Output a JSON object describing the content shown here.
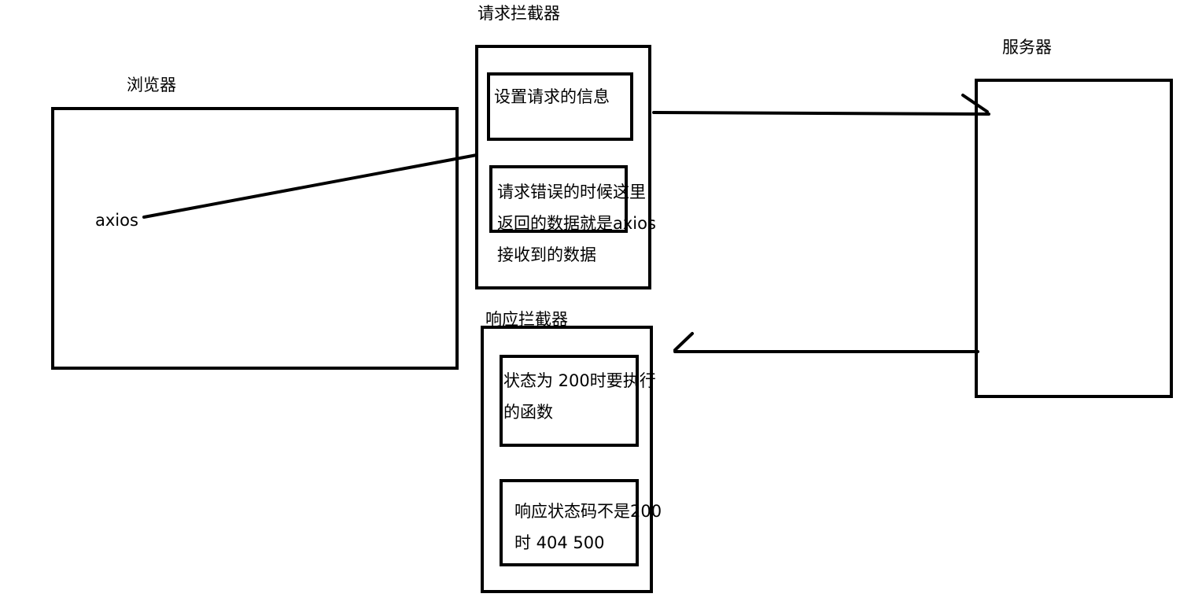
{
  "browser": {
    "title": "浏览器",
    "axios_label": "axios"
  },
  "request_interceptor": {
    "title": "请求拦截器",
    "set_info": "设置请求的信息",
    "error_line1": "请求错误的时候这里",
    "error_line2": "返回的数据就是axios",
    "error_line3": "接收到的数据"
  },
  "response_interceptor": {
    "title": "响应拦截器",
    "success_line1": "状态为 200时要执行",
    "success_line2": "的函数",
    "error_line1": "响应状态码不是200",
    "error_line2": "时  404 500"
  },
  "server": {
    "title": "服务器"
  },
  "colors": {
    "stroke": "#000000",
    "background": "#ffffff"
  }
}
